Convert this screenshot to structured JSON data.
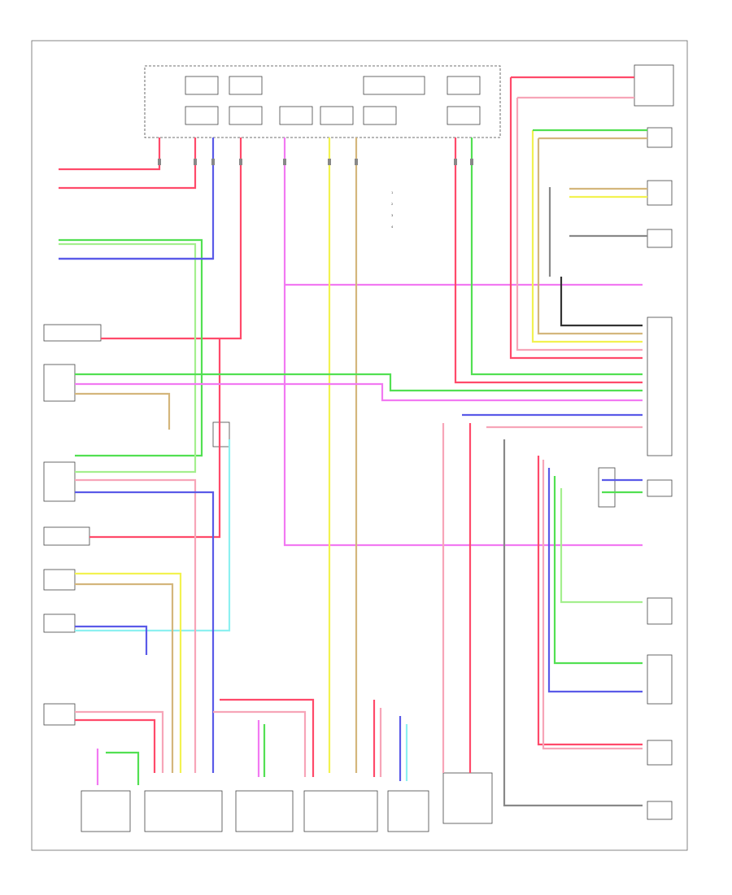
{
  "diagram": {
    "legend": [
      "1  ",
      "2  ",
      "3  ",
      "4  "
    ],
    "footer_code": "",
    "colors": {
      "red": "#ff4a6a",
      "pink": "#f7a5b8",
      "green": "#52e052",
      "lightgreen": "#a4ef8e",
      "blue": "#5a5ae8",
      "magenta": "#f279f2",
      "yellow": "#f2f250",
      "tan": "#d4b67c",
      "cyan": "#8cf0f0",
      "gray": "#888888",
      "dark": "#333333"
    }
  }
}
